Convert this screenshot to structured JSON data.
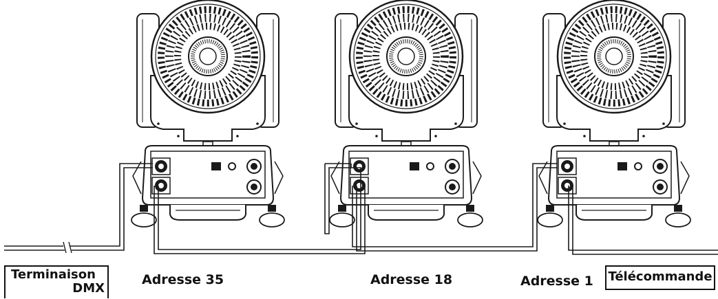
{
  "labels": {
    "termination_line1": "Terminaison",
    "termination_line2": "DMX",
    "address_35": "Adresse 35",
    "address_18": "Adresse 18",
    "address_1": "Adresse 1",
    "remote": "Télécommande"
  },
  "fixtures": [
    {
      "address": "Adresse 35"
    },
    {
      "address": "Adresse 18"
    },
    {
      "address": "Adresse 1"
    }
  ],
  "colors": {
    "line": "#1a1a1a",
    "fill": "#ffffff"
  }
}
